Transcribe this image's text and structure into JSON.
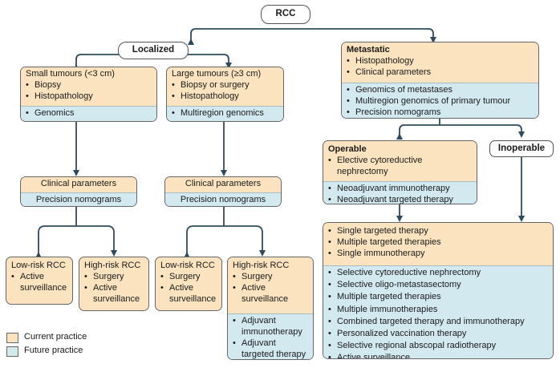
{
  "root": "RCC",
  "localized": {
    "label": "Localized",
    "small": {
      "title": "Small tumours (<3 cm)",
      "current": [
        "Biopsy",
        "Histopathology"
      ],
      "future": [
        "Genomics"
      ],
      "clinical": "Clinical parameters",
      "nomograms": "Precision nomograms",
      "low": {
        "title": "Low-risk RCC",
        "items": [
          "Active surveillance"
        ]
      },
      "high": {
        "title": "High-risk RCC",
        "items": [
          "Surgery",
          "Active surveillance"
        ]
      }
    },
    "large": {
      "title": "Large tumours (≥3 cm)",
      "current": [
        "Biopsy or surgery",
        "Histopathology"
      ],
      "future": [
        "Multiregion genomics"
      ],
      "clinical": "Clinical parameters",
      "nomograms": "Precision nomograms",
      "low": {
        "title": "Low-risk RCC",
        "items": [
          "Surgery",
          "Active surveillance"
        ]
      },
      "high": {
        "title": "High-risk RCC",
        "current": [
          "Surgery",
          "Active surveillance"
        ],
        "future": [
          "Adjuvant immunotherapy",
          "Adjuvant targeted therapy"
        ]
      }
    }
  },
  "metastatic": {
    "title": "Metastatic",
    "current": [
      "Histopathology",
      "Clinical parameters"
    ],
    "future": [
      "Genomics of metastases",
      "Multiregion genomics of primary tumour",
      "Precision nomograms"
    ],
    "operable": {
      "title": "Operable",
      "current": [
        "Elective cytoreductive nephrectomy"
      ],
      "future": [
        "Neoadjuvant immunotherapy",
        "Neoadjuvant targeted therapy"
      ]
    },
    "inoperable": "Inoperable",
    "treatment": {
      "current": [
        "Single targeted therapy",
        "Multiple targeted therapies",
        "Single immunotherapy"
      ],
      "future": [
        "Selective cytoreductive nephrectomy",
        "Selective oligo-metastasectomy",
        "Multiple targeted therapies",
        "Multiple immunotherapies",
        "Combined targeted therapy and immunotherapy",
        "Personalized vaccination therapy",
        "Selective regional abscopal radiotherapy",
        "Active surveillance"
      ]
    }
  },
  "legend": {
    "current": {
      "label": "Current practice",
      "color": "#fbe3bf"
    },
    "future": {
      "label": "Future practice",
      "color": "#d3e9f0"
    }
  },
  "colors": {
    "current": "#fbe3bf",
    "future": "#d3e9f0",
    "connector": "#2f4a5c"
  }
}
